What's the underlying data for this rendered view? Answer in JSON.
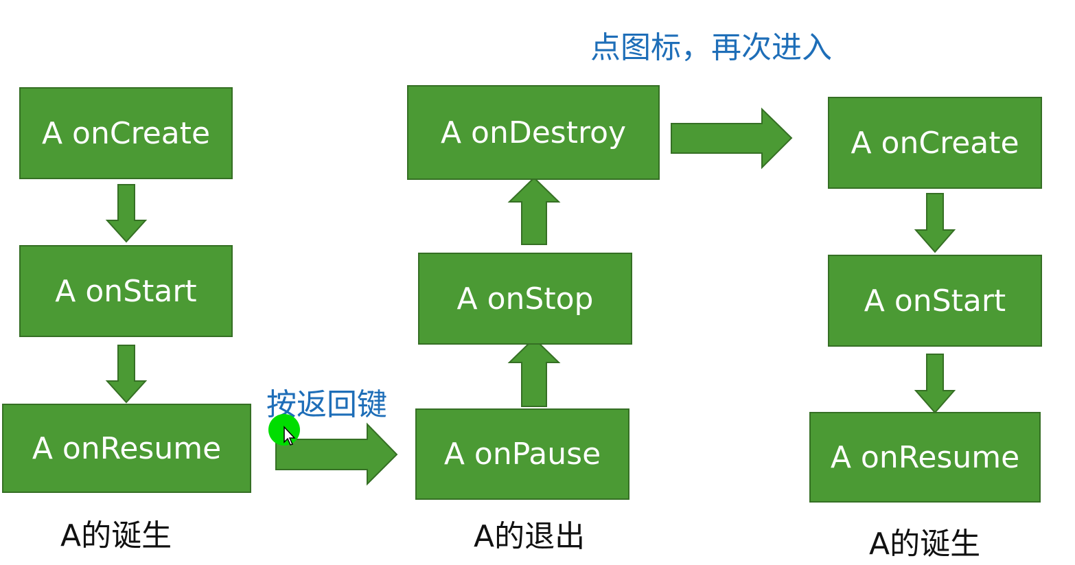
{
  "colors": {
    "box_fill": "#4b9a34",
    "box_border": "#356f24",
    "box_text": "#ffffff",
    "annotation_text": "#1e6eb8",
    "caption_text": "#111111",
    "click_highlight": "#00dd00"
  },
  "columns": {
    "birth": {
      "caption": "A的诞生",
      "steps": [
        "A onCreate",
        "A onStart",
        "A onResume"
      ]
    },
    "exit": {
      "caption": "A的退出",
      "steps": [
        "A onPause",
        "A onStop",
        "A onDestroy"
      ]
    },
    "rebirth": {
      "caption": "A的诞生",
      "steps": [
        "A onCreate",
        "A onStart",
        "A onResume"
      ]
    }
  },
  "annotations": {
    "back_key": "按返回键",
    "reenter": "点图标，再次进入"
  },
  "icons": {
    "arrow_down": "arrow-down-icon",
    "arrow_up": "arrow-up-icon",
    "arrow_right": "arrow-right-icon",
    "mouse_pointer": "mouse-pointer-icon"
  }
}
